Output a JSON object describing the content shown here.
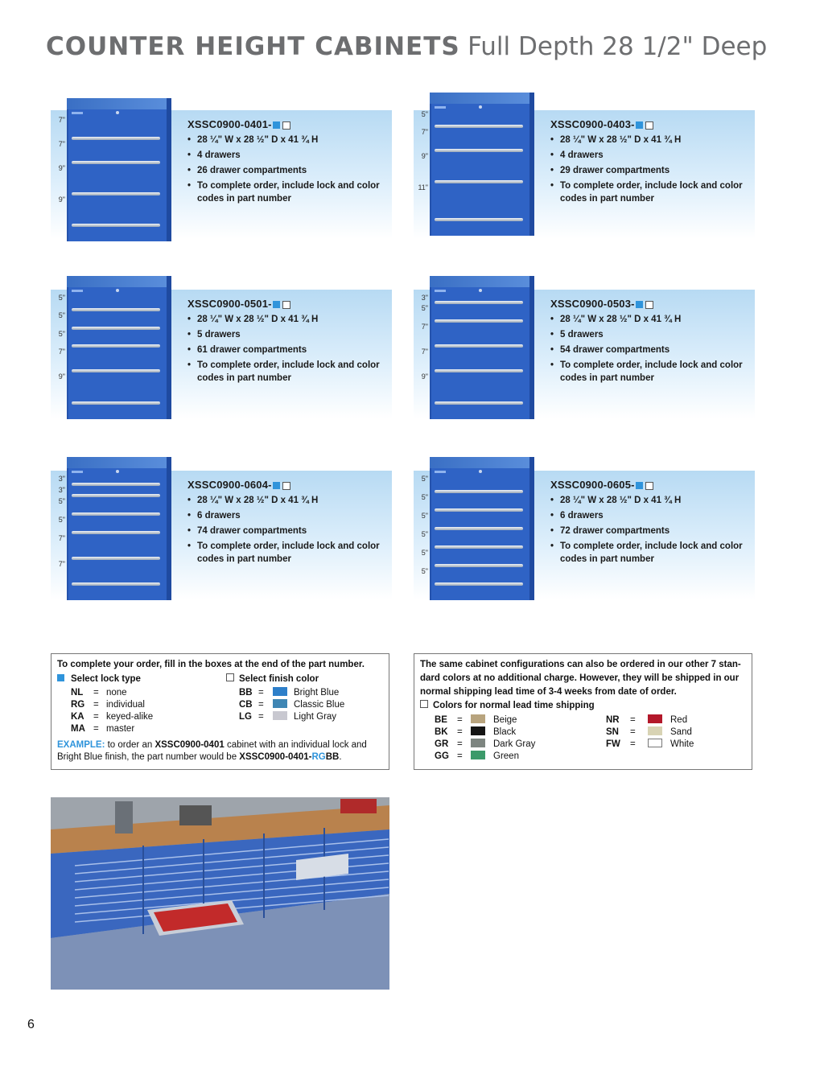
{
  "header": {
    "title_bold": "COUNTER HEIGHT CABINETS",
    "title_rest": "Full Depth 28 1/2\" Deep"
  },
  "products": [
    {
      "part": "XSSC0900-0401-",
      "dims": "28 ¼\" W x 28 ½\" D x 41 ¾ H",
      "drawers": "4 drawers",
      "compartments": "26 drawer compartments",
      "note": "To complete order, include lock and color codes in part number",
      "drawer_heights": [
        "7\"",
        "7\"",
        "9\"",
        "9\""
      ]
    },
    {
      "part": "XSSC0900-0403-",
      "dims": "28 ¼\" W x 28 ½\" D x 41 ¾ H",
      "drawers": "4 drawers",
      "compartments": "29 drawer compartments",
      "note": "To complete order, include lock and color codes in part number",
      "drawer_heights": [
        "5\"",
        "7\"",
        "9\"",
        "11\""
      ]
    },
    {
      "part": "XSSC0900-0501-",
      "dims": "28 ¼\" W x 28 ½\" D x 41 ¾ H",
      "drawers": "5 drawers",
      "compartments": "61 drawer compartments",
      "note": "To complete order, include lock and color codes in part number",
      "drawer_heights": [
        "5\"",
        "5\"",
        "5\"",
        "7\"",
        "9\""
      ]
    },
    {
      "part": "XSSC0900-0503-",
      "dims": "28 ¼\" W x 28 ½\" D x 41 ¾ H",
      "drawers": "5 drawers",
      "compartments": "54 drawer compartments",
      "note": "To complete order, include lock and color codes in part number",
      "drawer_heights": [
        "3\"",
        "5\"",
        "7\"",
        "7\"",
        "9\""
      ]
    },
    {
      "part": "XSSC0900-0604-",
      "dims": "28 ¼\" W x 28 ½\" D x 41 ¾ H",
      "drawers": "6 drawers",
      "compartments": "74 drawer compartments",
      "note": "To complete order, include lock and color codes in part number",
      "drawer_heights": [
        "3\"",
        "3\"",
        "5\"",
        "5\"",
        "7\"",
        "7\""
      ]
    },
    {
      "part": "XSSC0900-0605-",
      "dims": "28 ¼\" W x 28 ½\" D x 41 ¾ H",
      "drawers": "6 drawers",
      "compartments": "72 drawer compartments",
      "note": "To complete order, include lock and color codes in part number",
      "drawer_heights": [
        "5\"",
        "5\"",
        "5\"",
        "5\"",
        "5\"",
        "5\""
      ]
    }
  ],
  "order_box": {
    "heading": "To complete your order, fill in the boxes at the end of the part number.",
    "lock_heading": "Select lock type",
    "color_heading": "Select finish color",
    "locks": [
      {
        "code": "NL",
        "name": "none"
      },
      {
        "code": "RG",
        "name": "individual"
      },
      {
        "code": "KA",
        "name": "keyed-alike"
      },
      {
        "code": "MA",
        "name": "master"
      }
    ],
    "colors": [
      {
        "code": "BB",
        "name": "Bright Blue",
        "hex": "#2e7fc9"
      },
      {
        "code": "CB",
        "name": "Classic Blue",
        "hex": "#3f86b4"
      },
      {
        "code": "LG",
        "name": "Light Gray",
        "hex": "#c8c8d0"
      }
    ],
    "example_label": "EXAMPLE:",
    "example_text_1": " to order an ",
    "example_part": "XSSC0900-0401",
    "example_text_2": " cabinet with an individual lock and",
    "example_text_3": "Bright Blue finish, the part number would be ",
    "example_result_prefix": "XSSC0900-0401-",
    "example_result_lock": "RG",
    "example_result_color": "BB",
    "example_end": "."
  },
  "other_colors_box": {
    "text_lines": [
      "The same cabinet configurations can also be ordered in our other 7 stan-",
      "dard colors at no additional charge. However, they will be shipped in our",
      "normal shipping lead time of 3-4 weeks from date of order."
    ],
    "colors_heading": "Colors for normal lead time shipping",
    "colors_left": [
      {
        "code": "BE",
        "name": "Beige",
        "hex": "#b8a47e"
      },
      {
        "code": "BK",
        "name": "Black",
        "hex": "#141414"
      },
      {
        "code": "GR",
        "name": "Dark Gray",
        "hex": "#7d8580"
      },
      {
        "code": "GG",
        "name": "Green",
        "hex": "#3c9a6a"
      }
    ],
    "colors_right": [
      {
        "code": "NR",
        "name": "Red",
        "hex": "#b3182a"
      },
      {
        "code": "SN",
        "name": "Sand",
        "hex": "#d8d3b4"
      },
      {
        "code": "FW",
        "name": "White",
        "hex": "#ffffff"
      }
    ]
  },
  "page_number": "6"
}
